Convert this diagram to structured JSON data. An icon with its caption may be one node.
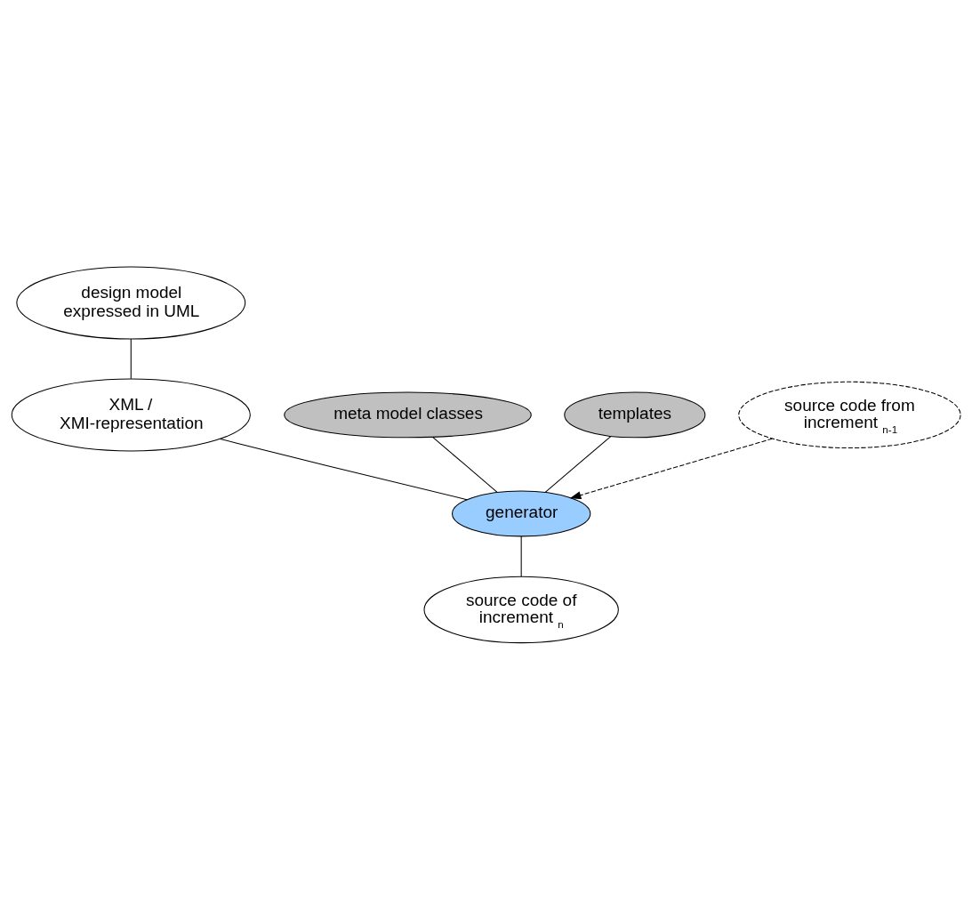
{
  "diagram": {
    "nodes": [
      {
        "text": [
          "design model expressed in UML"
        ]
      },
      {
        "text": [
          "XML / XMI-representation"
        ]
      },
      {
        "text": [
          "meta model classes"
        ]
      },
      {
        "text": [
          "templates"
        ]
      },
      {
        "text": [
          "generator"
        ]
      },
      {
        "text": [
          "source code from increment $_{n-1}$"
        ]
      },
      {
        "text": [
          "source code of increment $_{n}$"
        ]
      }
    ],
    "edges": [
      {
        "from": 0,
        "to": 1,
        "arrow": "none"
      },
      {
        "from": 1,
        "to": 4,
        "arrow": "none"
      },
      {
        "from": 2,
        "to": 4,
        "arrow": "none"
      },
      {
        "from": 3,
        "to": 4,
        "arrow": "none"
      },
      {
        "from": 5,
        "to": 4,
        "arrow": "to",
        "style": "dashed"
      },
      {
        "from": 4,
        "to": 6,
        "arrow": "none"
      }
    ]
  }
}
